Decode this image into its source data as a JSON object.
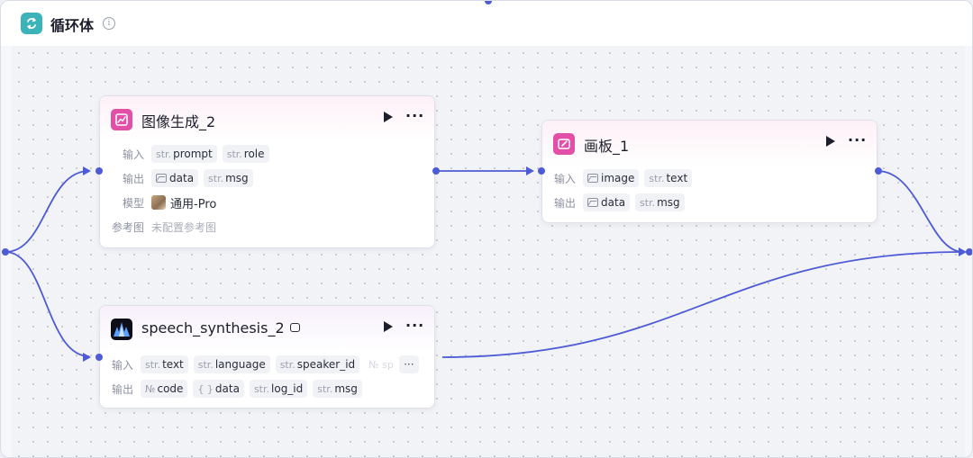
{
  "loop": {
    "title": "循环体",
    "info_icon": "i",
    "icon": "loop-arrows-icon",
    "accent": "#3bb3b9"
  },
  "edge_color": "#4e5bd6",
  "nodes": {
    "image_gen": {
      "title": "图像生成_2",
      "icon": "image-generate-icon",
      "input_label": "输入",
      "inputs": [
        {
          "type": "str.",
          "name": "prompt"
        },
        {
          "type": "str.",
          "name": "role"
        }
      ],
      "output_label": "输出",
      "outputs": [
        {
          "type": "image",
          "name": "data"
        },
        {
          "type": "str.",
          "name": "msg"
        }
      ],
      "model_label": "模型",
      "model_value": "通用-Pro",
      "ref_label": "参考图",
      "ref_value": "未配置参考图"
    },
    "canvas": {
      "title": "画板_1",
      "icon": "canvas-board-icon",
      "input_label": "输入",
      "inputs": [
        {
          "type": "image",
          "name": "image"
        },
        {
          "type": "str.",
          "name": "text"
        }
      ],
      "output_label": "输出",
      "outputs": [
        {
          "type": "image",
          "name": "data"
        },
        {
          "type": "str.",
          "name": "msg"
        }
      ]
    },
    "speech": {
      "title": "speech_synthesis_2",
      "icon": "speech-synthesis-icon",
      "input_label": "输入",
      "inputs": [
        {
          "type": "str.",
          "name": "text"
        },
        {
          "type": "str.",
          "name": "language"
        },
        {
          "type": "str.",
          "name": "speaker_id"
        }
      ],
      "input_faded": "№ sp",
      "input_more": "···",
      "output_label": "输出",
      "outputs": [
        {
          "type": "№",
          "name": "code"
        },
        {
          "type": "{ }",
          "name": "data"
        },
        {
          "type": "str.",
          "name": "log_id"
        },
        {
          "type": "str.",
          "name": "msg"
        }
      ]
    }
  }
}
